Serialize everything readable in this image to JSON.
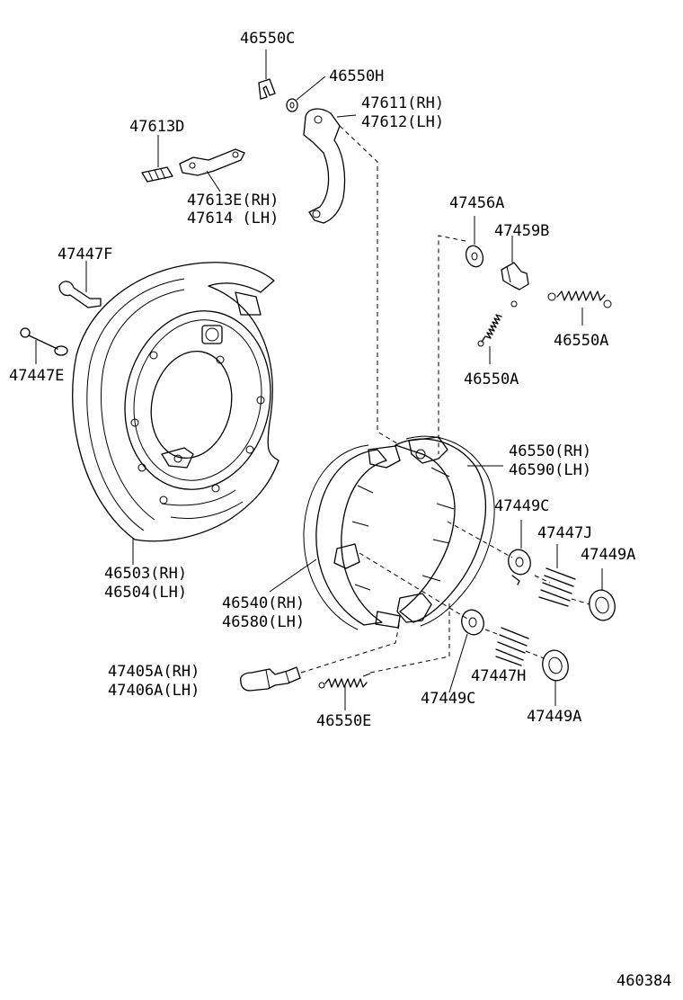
{
  "labels": {
    "l_46550C": "46550C",
    "l_46550H": "46550H",
    "l_47611": "47611(RH)",
    "l_47612": "47612(LH)",
    "l_47613D": "47613D",
    "l_47613E": "47613E(RH)",
    "l_47614": "47614 (LH)",
    "l_47456A": "47456A",
    "l_47459B": "47459B",
    "l_47447F": "47447F",
    "l_46550A_1": "46550A",
    "l_46550A_2": "46550A",
    "l_47447E": "47447E",
    "l_46550": "46550(RH)",
    "l_46590": "46590(LH)",
    "l_47449C_1": "47449C",
    "l_47447J": "47447J",
    "l_47449A_1": "47449A",
    "l_46503": "46503(RH)",
    "l_46504": "46504(LH)",
    "l_46540": "46540(RH)",
    "l_46580": "46580(LH)",
    "l_47405A": "47405A(RH)",
    "l_47406A": "47406A(LH)",
    "l_47447H": "47447H",
    "l_47449C_2": "47449C",
    "l_47449A_2": "47449A",
    "l_46550E": "46550E",
    "l_ref": "460384"
  }
}
